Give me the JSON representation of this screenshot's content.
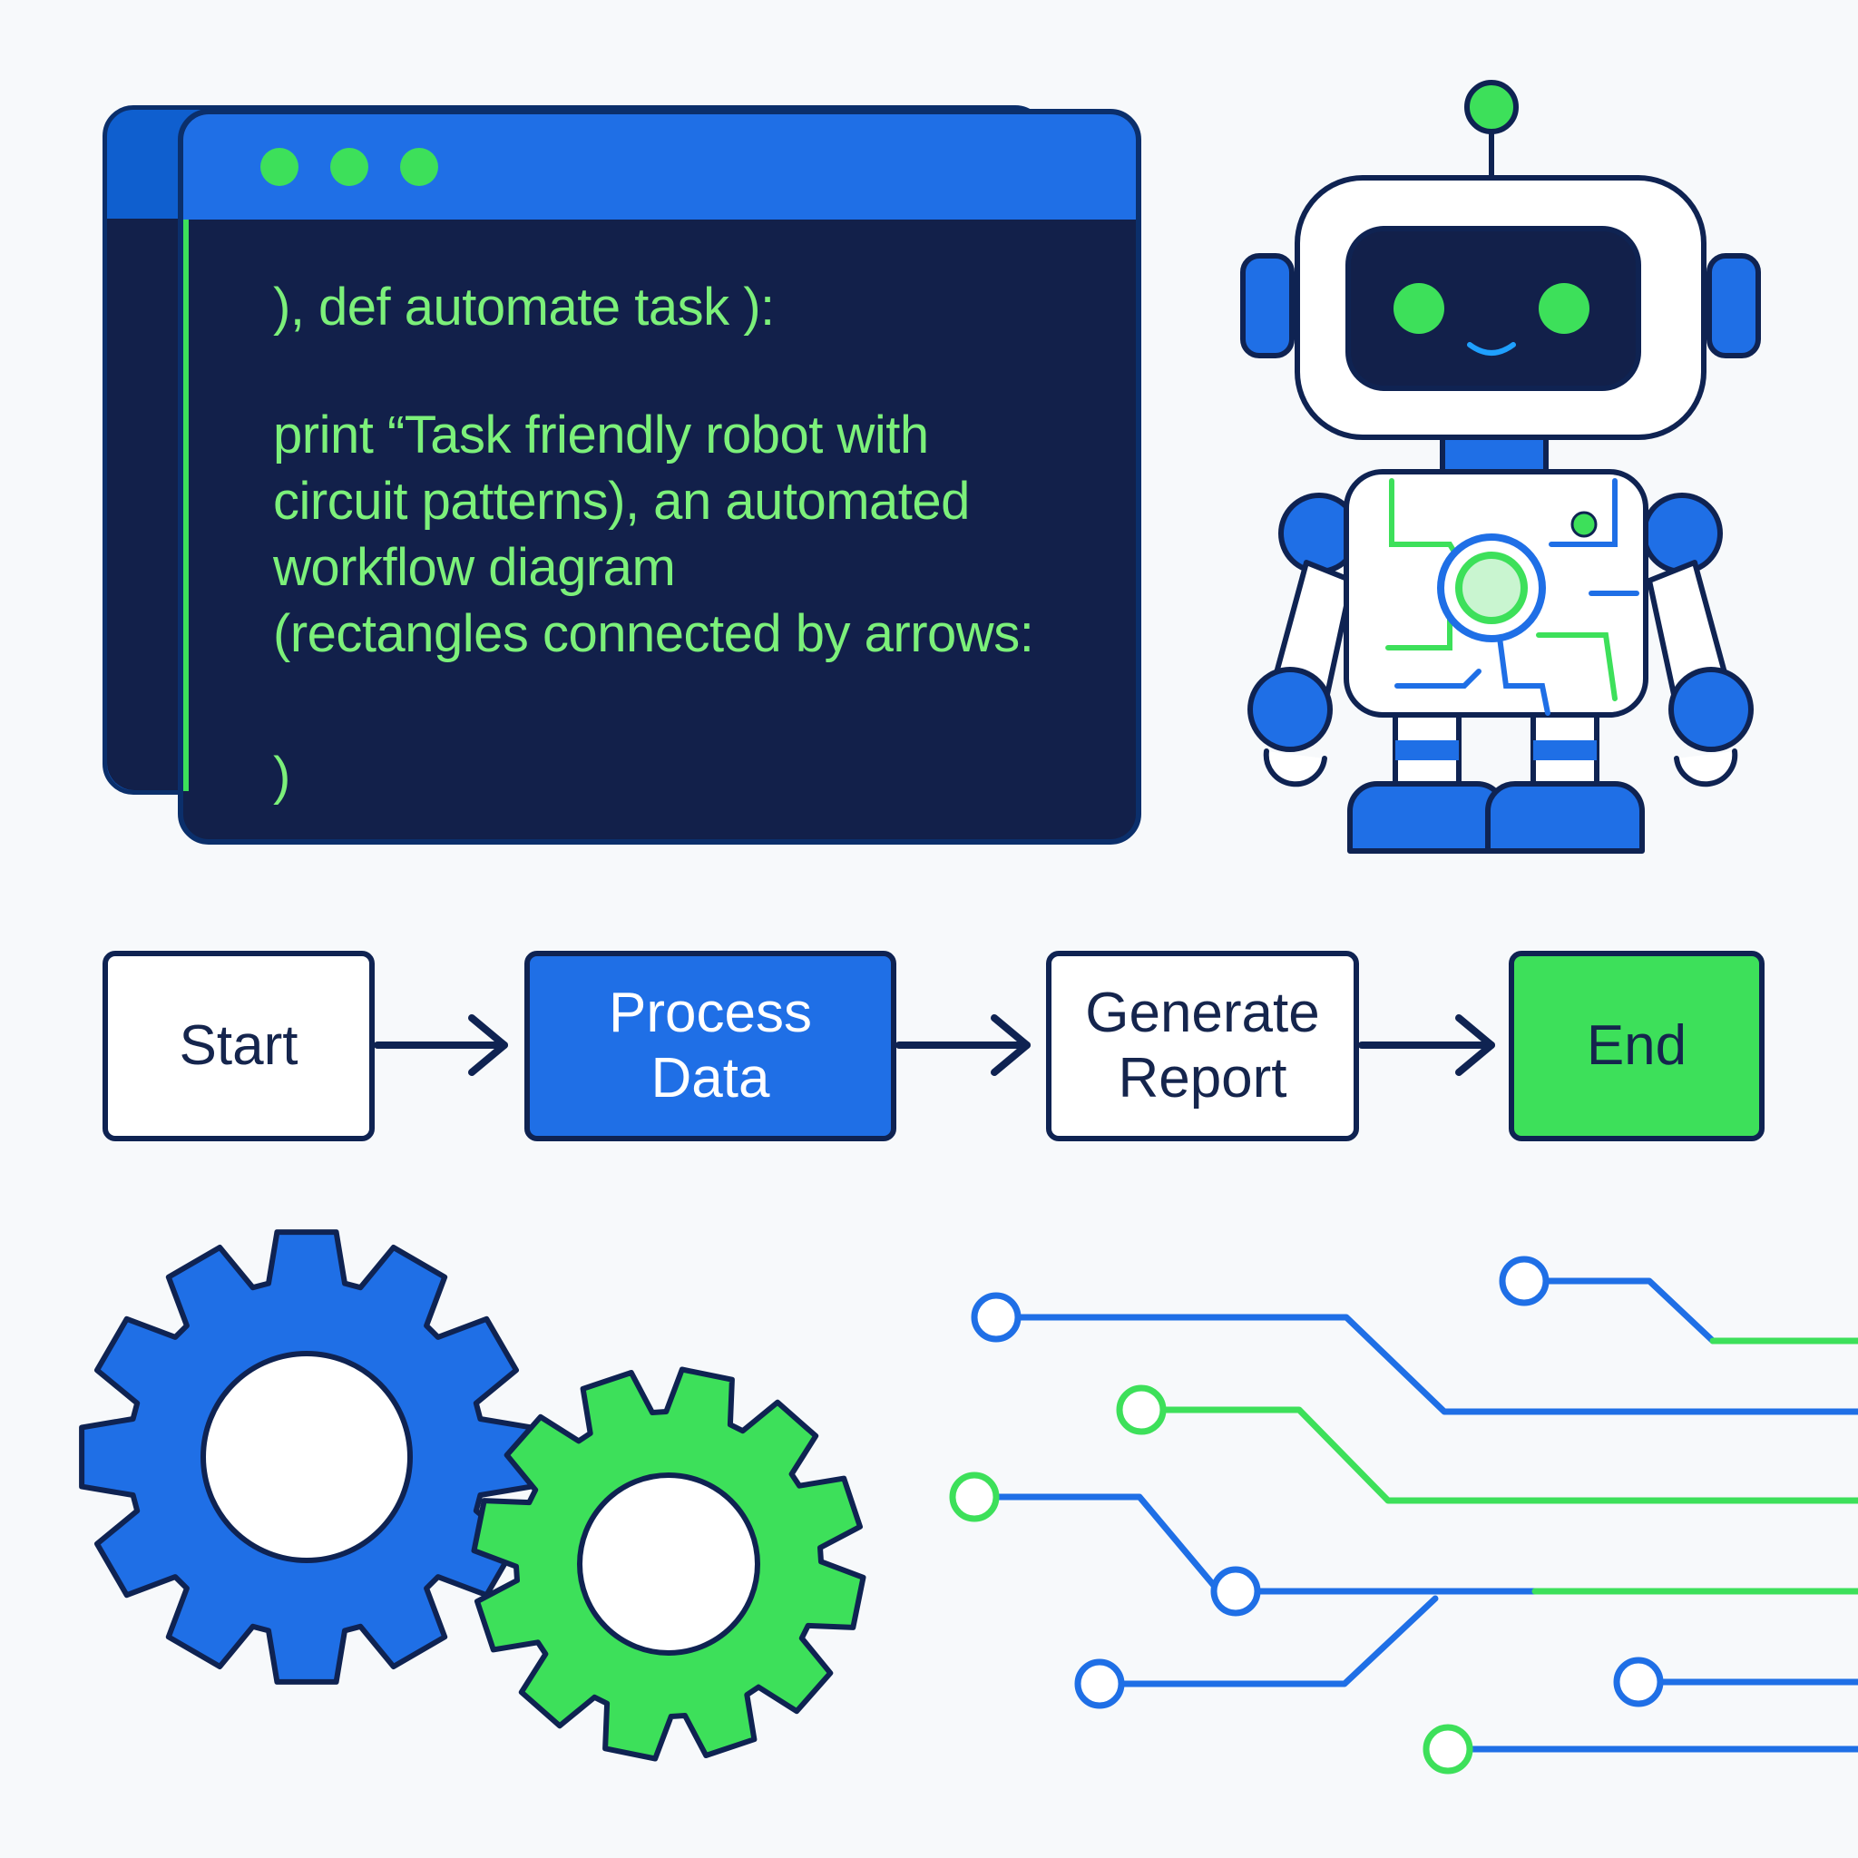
{
  "code_window": {
    "lines": [
      "), def automate task ):",
      "print “Task friendly robot with",
      "circuit patterns), an automated",
      "workflow diagram",
      "(rectangles connected by arrows:",
      ")"
    ]
  },
  "workflow": {
    "steps": [
      {
        "line1": "Start",
        "line2": ""
      },
      {
        "line1": "Process",
        "line2": "Data"
      },
      {
        "line1": "Generate",
        "line2": "Report"
      },
      {
        "line1": "End",
        "line2": ""
      }
    ]
  },
  "colors": {
    "navy": "#12204a",
    "outline": "#0f2352",
    "blue": "#1f6fe6",
    "green": "#3de05a",
    "code_text": "#7cf07a",
    "background": "#f7f9fb"
  },
  "icons": [
    "robot-icon",
    "gear-icon",
    "circuit-icon",
    "arrow-right-icon"
  ]
}
